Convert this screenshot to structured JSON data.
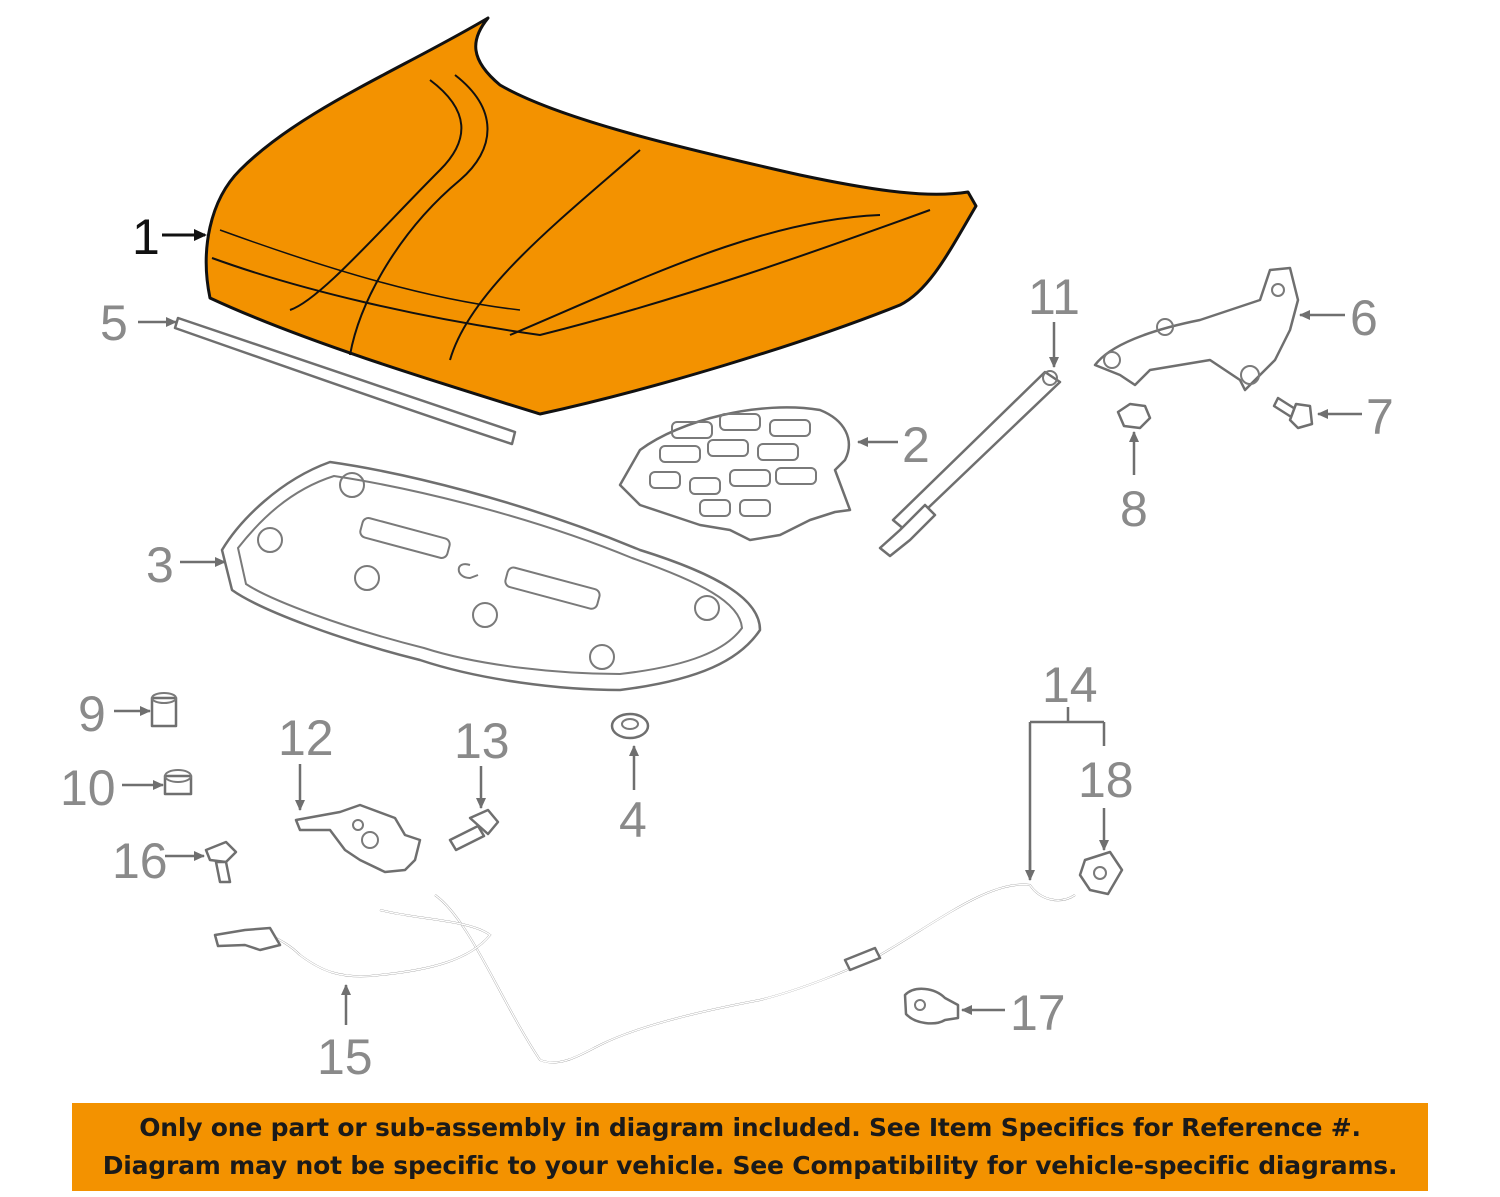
{
  "diagram": {
    "highlight_color": "#f39200",
    "callouts": {
      "c1": "1",
      "c2": "2",
      "c3": "3",
      "c4": "4",
      "c5": "5",
      "c6": "6",
      "c7": "7",
      "c8": "8",
      "c9": "9",
      "c10": "10",
      "c11": "11",
      "c12": "12",
      "c13": "13",
      "c14": "14",
      "c15": "15",
      "c16": "16",
      "c17": "17",
      "c18": "18"
    }
  },
  "notice": {
    "line1": "Only one part or sub-assembly in diagram included. See Item Specifics for Reference #.",
    "line2": "Diagram may not be specific to your vehicle. See Compatibility for vehicle-specific diagrams.",
    "background": "#f39200"
  }
}
